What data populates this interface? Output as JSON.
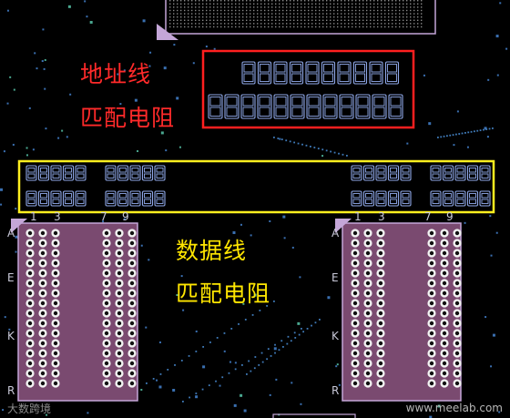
{
  "annotations": {
    "address_label_line1": "地址线",
    "address_label_line2": "匹配电阻",
    "data_label_line1": "数据线",
    "data_label_line2": "匹配电阻"
  },
  "chip_pin_labels": {
    "columns": [
      "1",
      "3",
      "7",
      "9"
    ],
    "rows": [
      "A",
      "E",
      "K",
      "R"
    ]
  },
  "watermarks": {
    "left": "大数跨境",
    "right": "www.meelab.com"
  },
  "colors": {
    "background": "#000000",
    "address_highlight": "#ff1f1f",
    "data_highlight": "#ffef1f",
    "component_outline": "#c4a6d8",
    "chip_fill": "#7a4a70",
    "resistor_pad": "#8fa8e8",
    "via_dots": "#3a6fb0"
  }
}
